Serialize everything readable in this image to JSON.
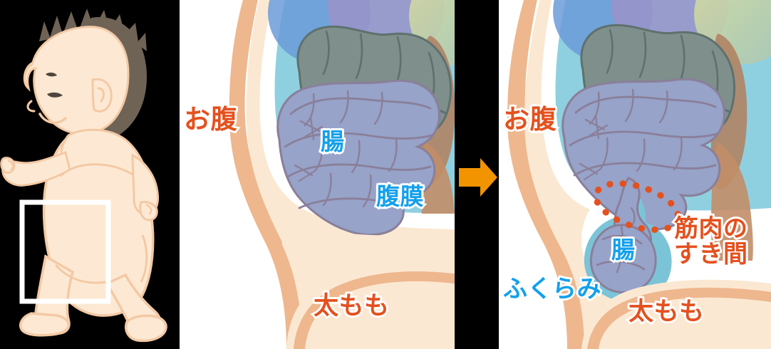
{
  "figure": {
    "description": "Pediatric inguinal hernia explanatory illustration: a walking baby with a highlighted groin region, a cross-section of the normal groin, an arrow, and a cross-section showing the intestine bulging through the muscle gap.",
    "background_color": "#000000",
    "panel_background": "#ffffff"
  },
  "panels": [
    {
      "id": "baby",
      "name": "baby-figure-panel"
    },
    {
      "id": "normal",
      "name": "normal-anatomy-panel"
    },
    {
      "id": "divider",
      "name": "arrow-divider-panel"
    },
    {
      "id": "hernia",
      "name": "hernia-anatomy-panel"
    }
  ],
  "baby_panel": {
    "highlight_box": {
      "label": "groin-highlight-box",
      "color": "#ffffff",
      "stroke_width": 7
    },
    "colors": {
      "skin": "#fce7cf",
      "skin_outline": "#f4c6a0",
      "hair": "#6e6355",
      "facial_feature": "#5a5047"
    }
  },
  "divider_panel": {
    "arrow": {
      "name": "progression-arrow",
      "direction": "right",
      "color": "#f29400"
    }
  },
  "normal_panel": {
    "labels": [
      {
        "id": "abdomen",
        "text": "お腹",
        "color": "#e4511e",
        "meaning": "belly"
      },
      {
        "id": "intestine",
        "text": "腸",
        "color": "#14a0ec",
        "meaning": "intestine"
      },
      {
        "id": "peritoneum",
        "text": "腹膜",
        "color": "#14a0ec",
        "meaning": "peritoneum"
      },
      {
        "id": "thigh",
        "text": "太もも",
        "color": "#e4511e",
        "meaning": "thigh"
      }
    ]
  },
  "hernia_panel": {
    "labels": [
      {
        "id": "abdomen",
        "text": "お腹",
        "color": "#e4511e",
        "meaning": "belly"
      },
      {
        "id": "intestine",
        "text": "腸",
        "color": "#14a0ec",
        "meaning": "intestine"
      },
      {
        "id": "muscle_gap_line1",
        "text": "筋肉の",
        "color": "#e4511e",
        "meaning": "muscle gap (line 1)"
      },
      {
        "id": "muscle_gap_line2",
        "text": "すき間",
        "color": "#e4511e",
        "meaning": "muscle gap (line 2)"
      },
      {
        "id": "bulge",
        "text": "ふくらみ",
        "color": "#14a0ec",
        "meaning": "bulge"
      }
    ],
    "marker": {
      "name": "muscle-gap-dotted-ellipse",
      "style": "dotted",
      "color": "#e4511e"
    }
  },
  "palette": {
    "body_outline": "#eeb78e",
    "body_fill": "#fbe8d2",
    "peritoneum": "#8fd0e0",
    "peritoneum_deep": "#7bc4d8",
    "small_intestine": "#97a3c8",
    "small_intestine_line": "#8a7f9a",
    "colon": "#7e8f8c",
    "colon_line": "#5f716e",
    "organ_blue": "#6b9bd8",
    "organ_purple": "#9a93c8",
    "organ_yellow": "#d7dba0",
    "muscle_brown": "#b08364",
    "label_orange": "#e4511e",
    "label_blue": "#14a0ec",
    "arrow_orange": "#f29400",
    "highlight_white": "#ffffff"
  }
}
